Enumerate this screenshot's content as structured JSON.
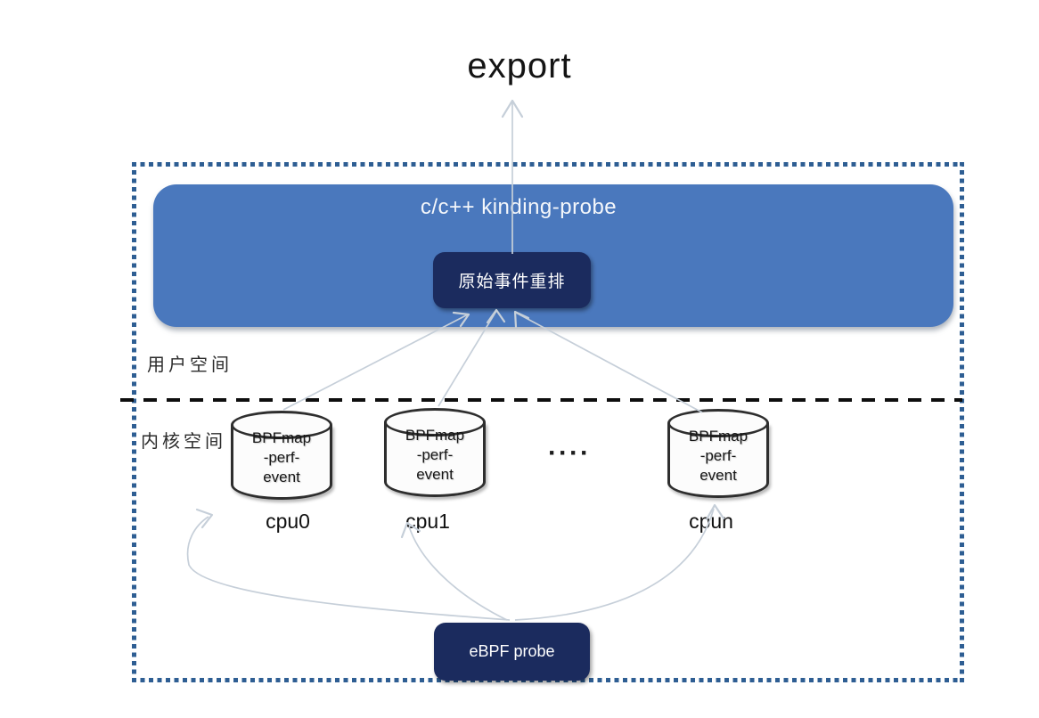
{
  "diagram": {
    "export_label": "export",
    "user_space_label": "用户空间",
    "kernel_space_label": "内核空间",
    "probe_container": {
      "title": "c/c++ kinding-probe",
      "reorder_box_label": "原始事件重排"
    },
    "bpf_maps": [
      {
        "lines": [
          "BPFmap",
          "-perf-",
          "event"
        ],
        "cpu": "cpu0"
      },
      {
        "lines": [
          "BPFmap",
          "-perf-",
          "event"
        ],
        "cpu": "cpu1"
      },
      {
        "lines": [
          "BPFmap",
          "-perf-",
          "event"
        ],
        "cpu": "cpun"
      }
    ],
    "ellipsis": "····",
    "ebpf_probe_label": "eBPF probe",
    "colors": {
      "container_blue": "#4a78bd",
      "navy_box": "#1b2b5e",
      "boundary_dot_blue": "#2e5e93",
      "divider_black": "#0e0e0e",
      "arrow_gray": "#c6cfd9"
    }
  }
}
